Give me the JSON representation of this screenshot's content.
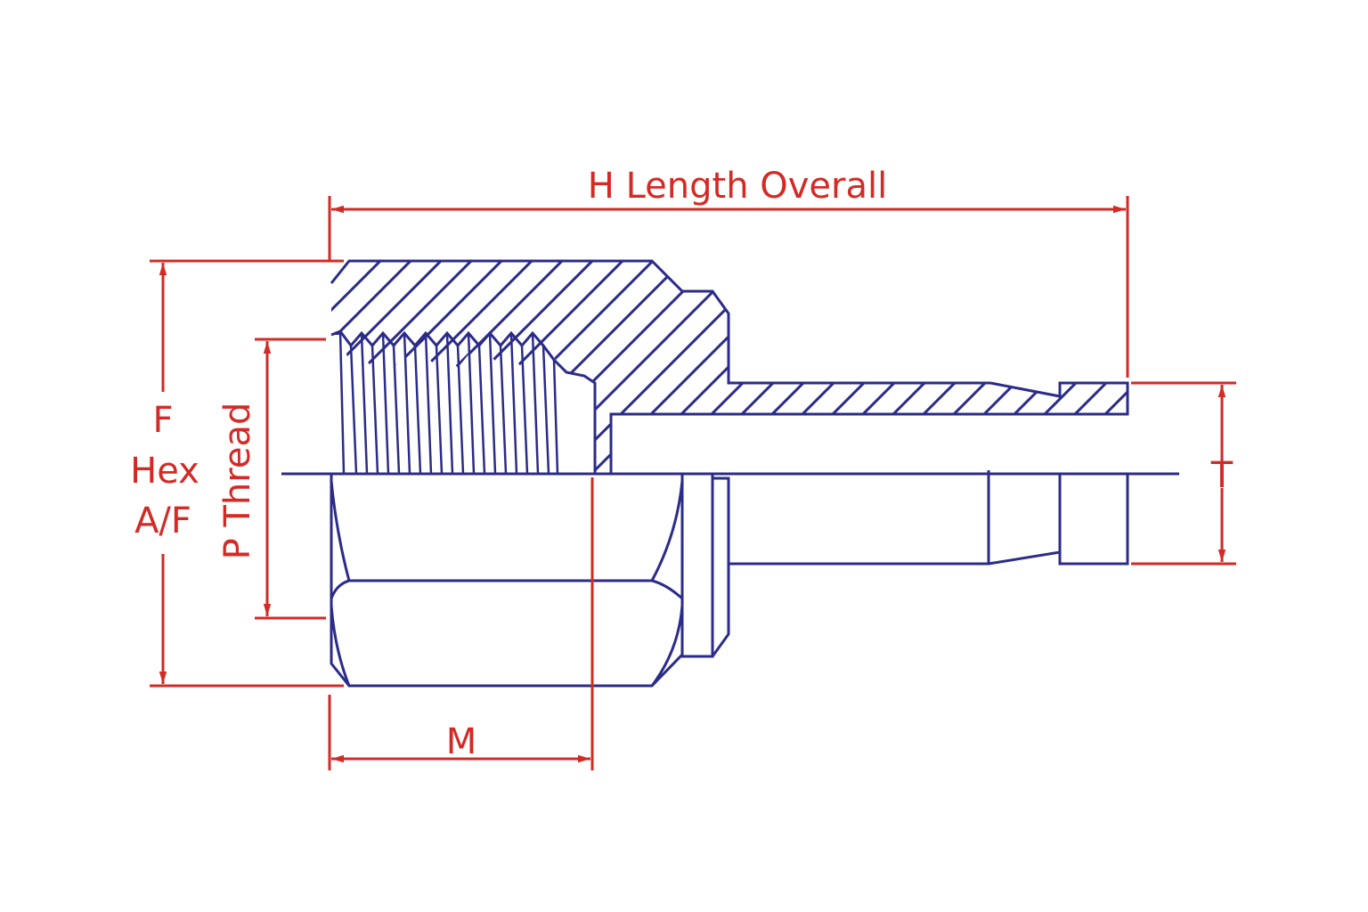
{
  "colors": {
    "part": "#2b2b8a",
    "dimension": "#d42a25",
    "background": "#ffffff"
  },
  "labels": {
    "overall_length": "H Length Overall",
    "hex_f": "F",
    "hex_hex": "Hex",
    "hex_af": "A/F",
    "thread": "P Thread",
    "thread_length": "M",
    "tube": "T"
  }
}
